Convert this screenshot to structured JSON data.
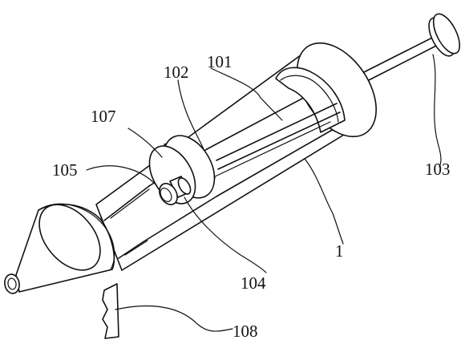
{
  "figure": {
    "labels": {
      "l101": "101",
      "l102": "102",
      "l103": "103",
      "l104": "104",
      "l105": "105",
      "l107": "107",
      "l108": "108",
      "l1": "1"
    }
  }
}
